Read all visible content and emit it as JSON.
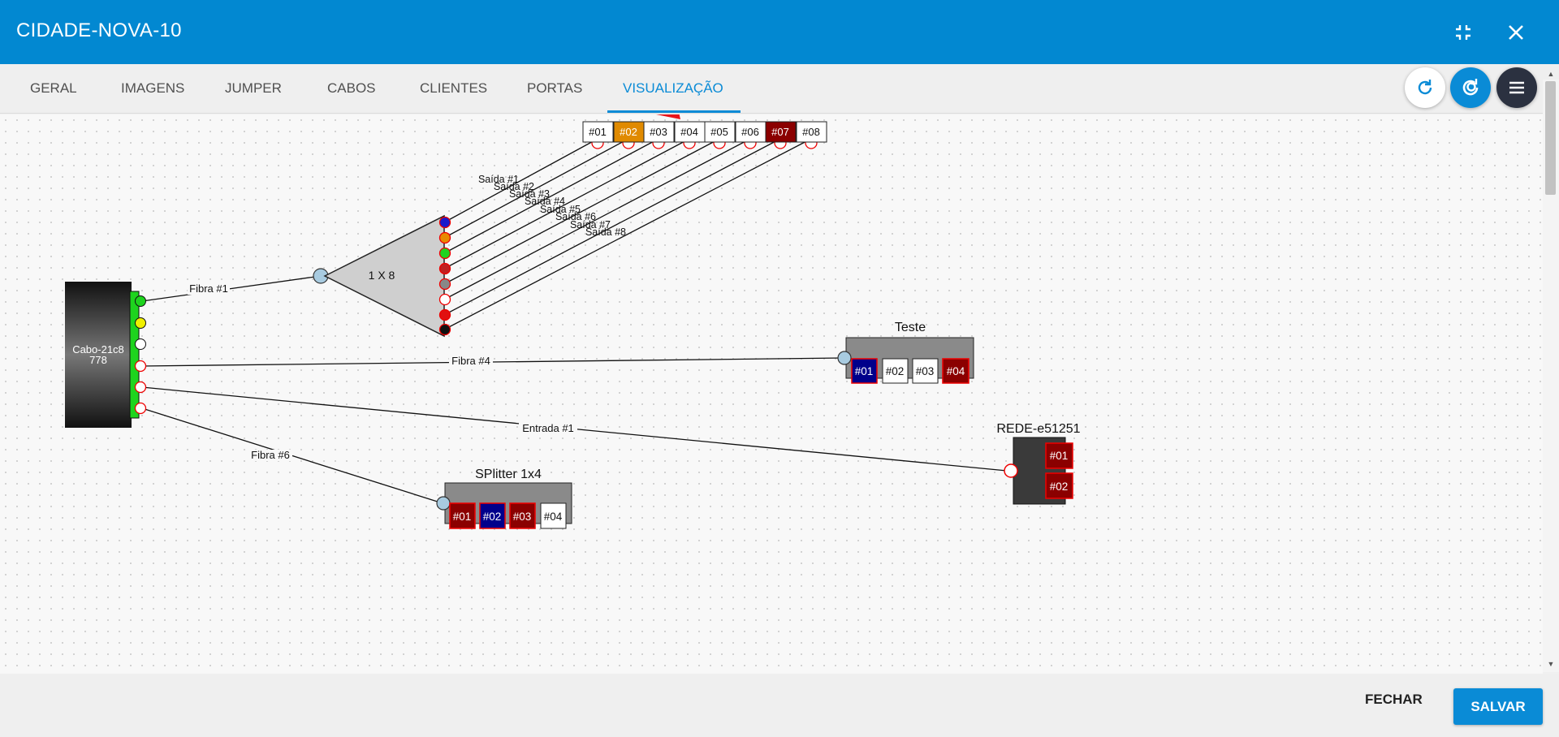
{
  "window": {
    "title": "CIDADE-NOVA-10"
  },
  "tabs": [
    {
      "label": "GERAL"
    },
    {
      "label": "IMAGENS"
    },
    {
      "label": "JUMPER"
    },
    {
      "label": "CABOS"
    },
    {
      "label": "CLIENTES"
    },
    {
      "label": "PORTAS"
    },
    {
      "label": "VISUALIZAÇÃO",
      "active": true
    }
  ],
  "toolbar": {
    "refresh_icon": "refresh-icon",
    "share_icon": "sync-settings-icon",
    "menu_icon": "hamburger-menu-icon"
  },
  "colors": {
    "header": "#0288d1",
    "accent": "#0a8bd6",
    "port_red": "#8b0000",
    "port_blue": "#00008b",
    "port_orange": "#e08a00"
  },
  "diagram": {
    "cable": {
      "label_line1": "Cabo-21c8",
      "label_line2": "778"
    },
    "splitter_main": {
      "label": "1 X 8"
    },
    "top_ports": [
      "#01",
      "#02",
      "#03",
      "#04",
      "#05",
      "#06",
      "#07",
      "#08"
    ],
    "splitter_outputs": [
      "Saída #1",
      "Saída #2",
      "Saída #3",
      "Saída #4",
      "Saída #5",
      "Saída #6",
      "Saída #7",
      "Saída #8"
    ],
    "fiber_labels": {
      "f1": "Fibra #1",
      "f4": "Fibra #4",
      "f6": "Fibra #6",
      "entrada": "Entrada #1"
    },
    "teste": {
      "title": "Teste",
      "ports": [
        "#01",
        "#02",
        "#03",
        "#04"
      ]
    },
    "rede": {
      "title": "REDE-e51251",
      "ports": [
        "#01",
        "#02"
      ]
    },
    "splitter_1x4": {
      "title": "SPlitter 1x4",
      "ports": [
        "#01",
        "#02",
        "#03",
        "#04"
      ]
    }
  },
  "footer": {
    "close_label": "FECHAR",
    "save_label": "SALVAR"
  }
}
